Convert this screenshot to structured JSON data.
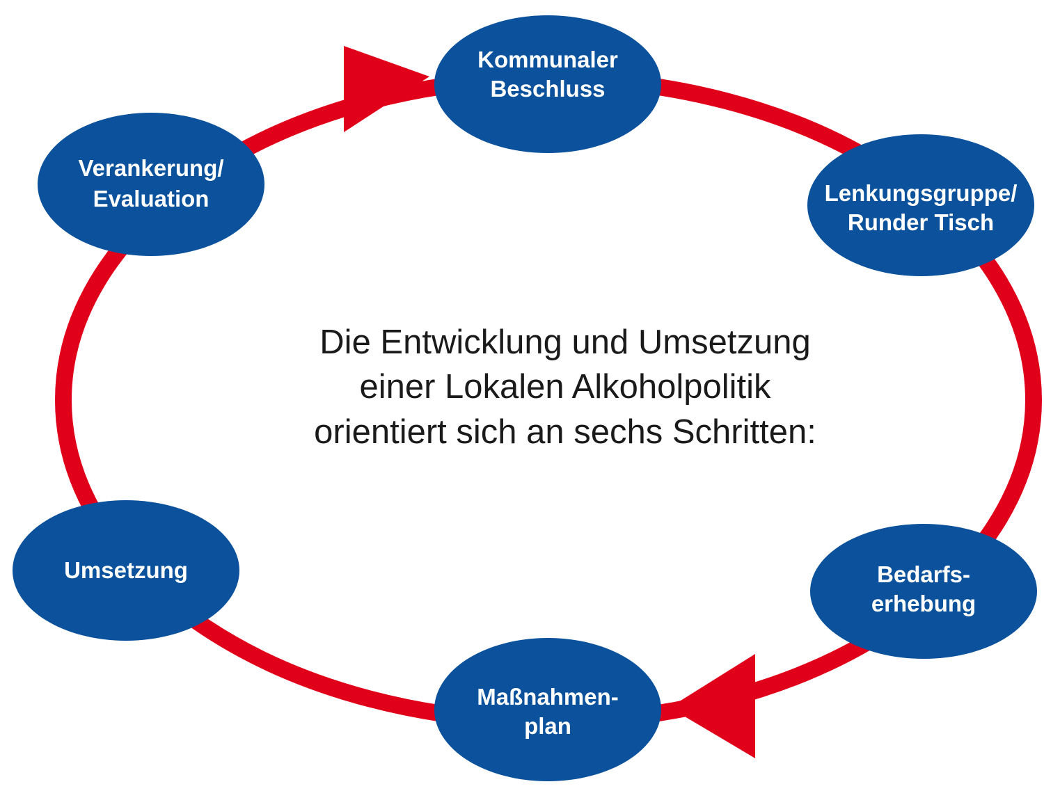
{
  "colors": {
    "ring": "#e1001a",
    "node_fill": "#0b519b",
    "node_text": "#ffffff",
    "center_text": "#1a1a1a",
    "background": "#ffffff"
  },
  "center": {
    "line1": "Die Entwicklung und Umsetzung",
    "line2": "einer Lokalen Alkoholpolitik",
    "line3": "orientiert sich an sechs Schritten:"
  },
  "steps": [
    {
      "id": "kommunaler-beschluss",
      "line1": "Kommunaler",
      "line2": "Beschluss"
    },
    {
      "id": "lenkungsgruppe",
      "line1": "Lenkungsgruppe/",
      "line2": "Runder Tisch"
    },
    {
      "id": "bedarfserhebung",
      "line1": "Bedarfs-",
      "line2": "erhebung"
    },
    {
      "id": "massnahmenplan",
      "line1": "Maßnahmen-",
      "line2": "plan"
    },
    {
      "id": "umsetzung",
      "line1": "Umsetzung",
      "line2": ""
    },
    {
      "id": "verankerung",
      "line1": "Verankerung/",
      "line2": "Evaluation"
    }
  ]
}
